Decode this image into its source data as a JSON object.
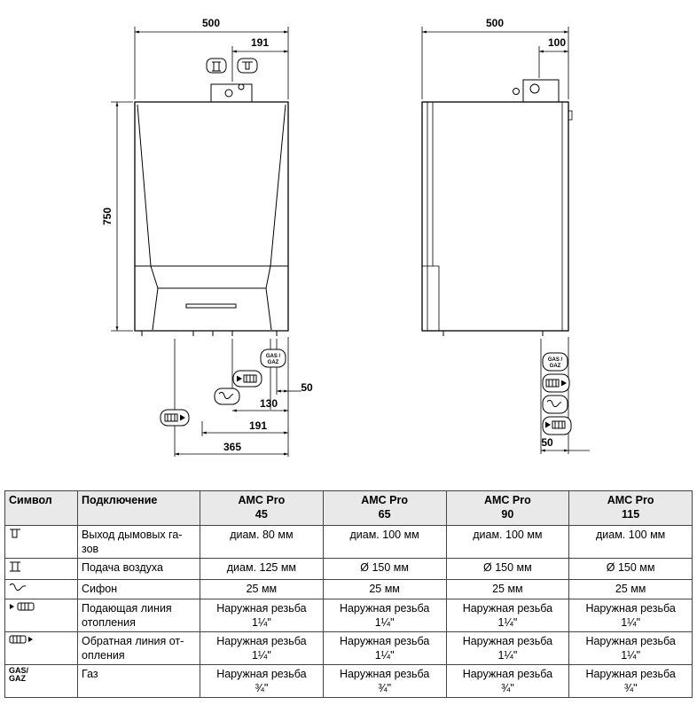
{
  "front_view": {
    "width_label": "500",
    "offset_label": "191",
    "height_label": "750",
    "dim_50": "50",
    "dim_130": "130",
    "dim_191": "191",
    "dim_365": "365",
    "gas_icon_text": "GAS /\nGAZ"
  },
  "side_view": {
    "width_label": "500",
    "offset_label": "100",
    "dim_50": "50"
  },
  "table": {
    "headers": {
      "symbol": "Символ",
      "connection": "Подключение",
      "models": [
        {
          "line1": "AMC Pro",
          "line2": "45"
        },
        {
          "line1": "AMC Pro",
          "line2": "65"
        },
        {
          "line1": "AMC Pro",
          "line2": "90"
        },
        {
          "line1": "AMC Pro",
          "line2": "115"
        }
      ]
    },
    "rows": [
      {
        "symbol": "flue-outlet-icon",
        "label": "Выход дымовых га-\nзов",
        "values": [
          "диам. 80 мм",
          "диам. 100 мм",
          "диам. 100 мм",
          "диам. 100 мм"
        ]
      },
      {
        "symbol": "air-supply-icon",
        "label": "Подача воздуха",
        "values": [
          "диам. 125 мм",
          "Ø 150 мм",
          "Ø 150 мм",
          "Ø 150 мм"
        ]
      },
      {
        "symbol": "siphon-icon",
        "label": "Сифон",
        "values": [
          "25 мм",
          "25 мм",
          "25 мм",
          "25 мм"
        ]
      },
      {
        "symbol": "heating-flow-icon",
        "label": "Подающая линия\nотопления",
        "values": [
          "Наружная резьба\n1¼\"",
          "Наружная резьба\n1¼\"",
          "Наружная резьба\n1¼\"",
          "Наружная резьба\n1¼\""
        ]
      },
      {
        "symbol": "heating-return-icon",
        "label": "Обратная линия от-\nопления",
        "values": [
          "Наружная резьба\n1¼\"",
          "Наружная резьба\n1¼\"",
          "Наружная резьба\n1¼\"",
          "Наружная резьба\n1¼\""
        ]
      },
      {
        "symbol": "GAS/\nGAZ",
        "label": "Газ",
        "values": [
          "Наружная резьба\n¾\"",
          "Наружная резьба\n¾\"",
          "Наружная резьба\n¾\"",
          "Наружная резьба\n¾\""
        ]
      }
    ]
  }
}
